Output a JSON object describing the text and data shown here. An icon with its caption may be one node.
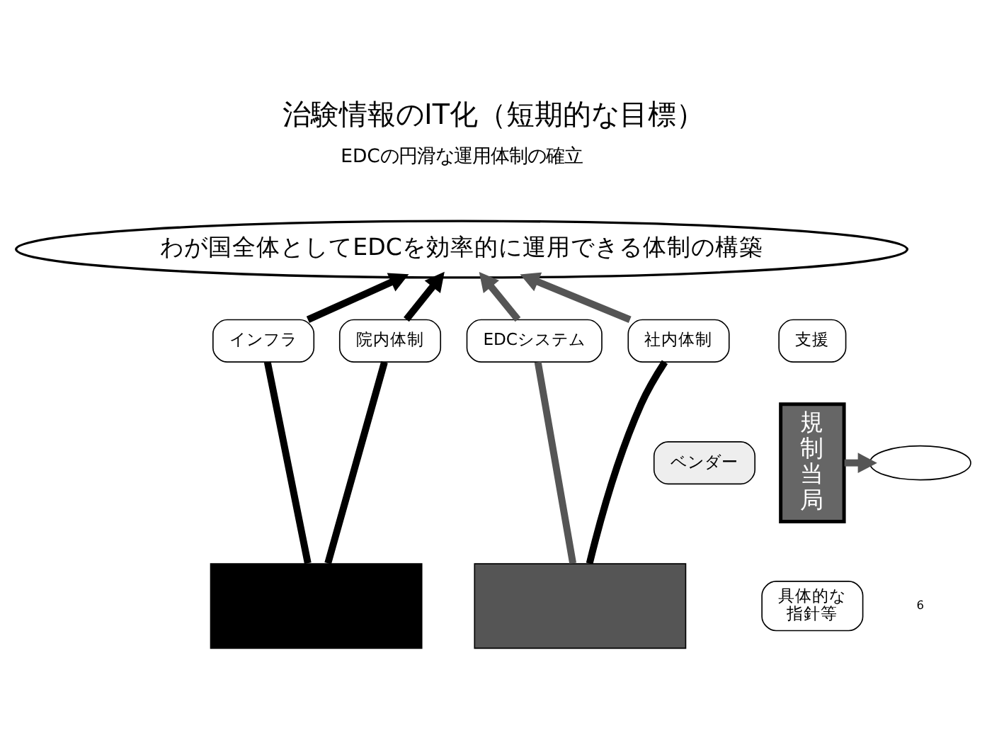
{
  "diagram": {
    "title": "治験情報のIT化（短期的な目標）",
    "nodes": [
      {
        "text": [
          "わが国全体としてEDCを効率的に運用できる体制の構築"
        ]
      },
      {
        "text": [
          "インフラ"
        ]
      },
      {
        "text": [
          "院内体制"
        ]
      },
      {
        "text": [
          "EDCシステム"
        ]
      },
      {
        "text": [
          "社内体制"
        ]
      },
      {
        "text": [
          "ベンダー"
        ]
      },
      {
        "text": [
          "支援"
        ]
      },
      {
        "text": [
          "規制当局"
        ]
      },
      {
        "text": [
          "具体的な指針等"
        ]
      },
      {
        "text": [],
        "shape": "ellipse"
      },
      {
        "text": [],
        "shape": "box"
      },
      {
        "text": [],
        "shape": "box"
      }
    ],
    "edges": [
      {
        "from": 10,
        "to": 1,
        "arrow": "none"
      },
      {
        "from": 10,
        "to": 2,
        "arrow": "none"
      },
      {
        "from": 11,
        "to": 3,
        "arrow": "none",
        "color": "#555555"
      },
      {
        "from": 11,
        "to": 4,
        "arrow": "none"
      },
      {
        "from": 1,
        "to": 0,
        "arrow": "to"
      },
      {
        "from": 2,
        "to": 0,
        "arrow": "to"
      },
      {
        "from": 3,
        "to": 0,
        "arrow": "to",
        "color": "#555555"
      },
      {
        "from": 4,
        "to": 0,
        "arrow": "to",
        "color": "#555555"
      },
      {
        "from": 7,
        "to": 9,
        "arrow": "to",
        "color": "#555555"
      }
    ],
    "labels": [
      "EDCの円滑な運用体制の確立",
      "6"
    ]
  }
}
